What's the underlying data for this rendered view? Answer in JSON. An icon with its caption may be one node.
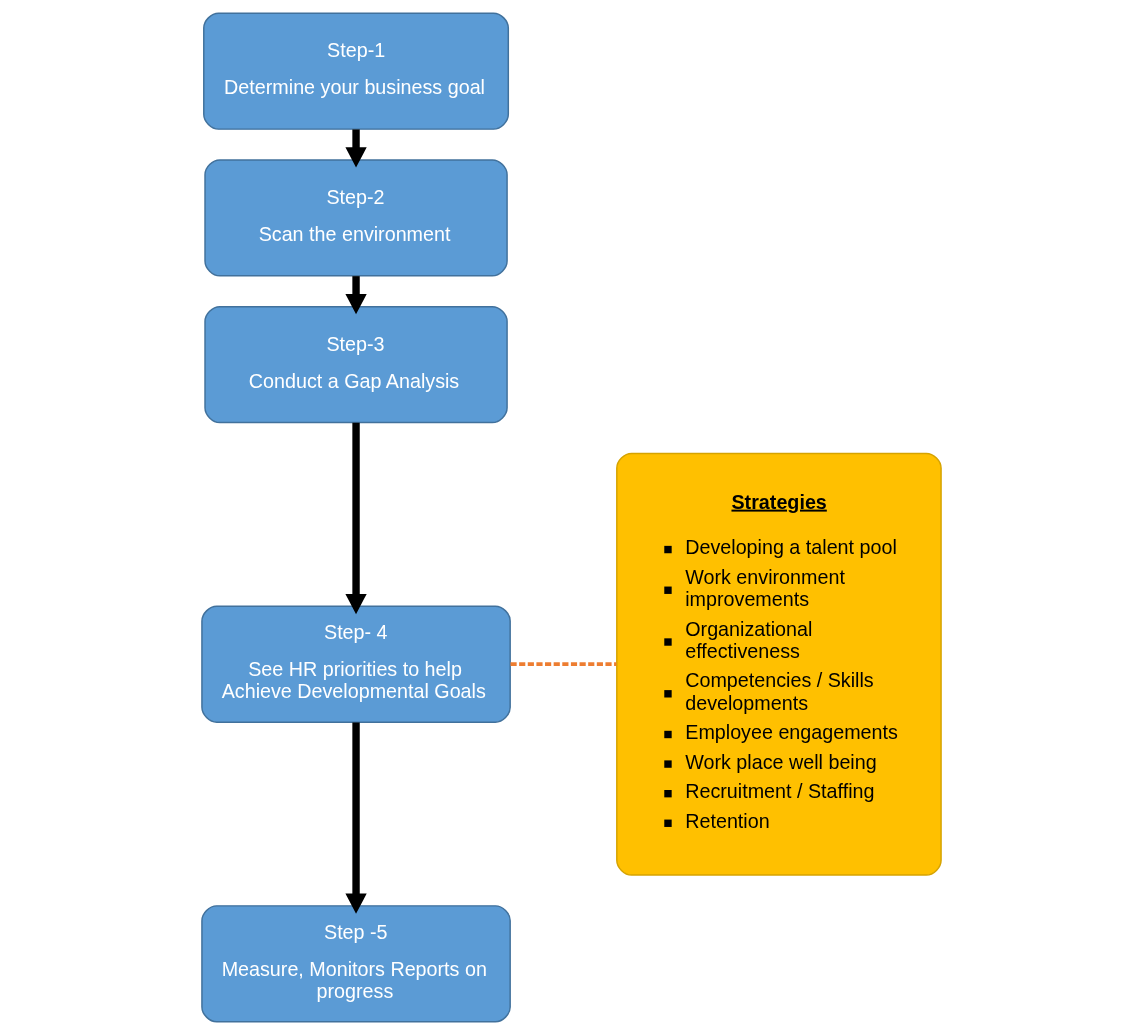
{
  "diagram": {
    "nodes": [
      {
        "text": [
          "Step-1",
          "Determine your business goal"
        ]
      },
      {
        "text": [
          "Step-2",
          "Scan the environment"
        ]
      },
      {
        "text": [
          "Step-3",
          "Conduct a Gap Analysis"
        ]
      },
      {
        "text": [
          "Step- 4",
          "See HR priorities to help Achieve Developmental Goals"
        ]
      },
      {
        "text": [
          "Step -5",
          "Measure, Monitors Reports on progress"
        ]
      },
      {
        "text": [
          "Strategies",
          "Developing a talent pool",
          "Work environment improvements",
          "Organizational effectiveness",
          "Competencies / Skills developments",
          "Employee engagements",
          "Work place well being",
          "Recruitment / Staffing",
          "Retention"
        ]
      }
    ],
    "edges": [
      {
        "from": 0,
        "to": 1,
        "arrow": "to"
      },
      {
        "from": 1,
        "to": 2,
        "arrow": "to"
      },
      {
        "from": 2,
        "to": 3,
        "arrow": "to"
      },
      {
        "from": 3,
        "to": 4,
        "arrow": "to"
      },
      {
        "from": 3,
        "to": 5,
        "arrow": "none",
        "style": "dashed",
        "color": "#ed7d31"
      }
    ]
  }
}
